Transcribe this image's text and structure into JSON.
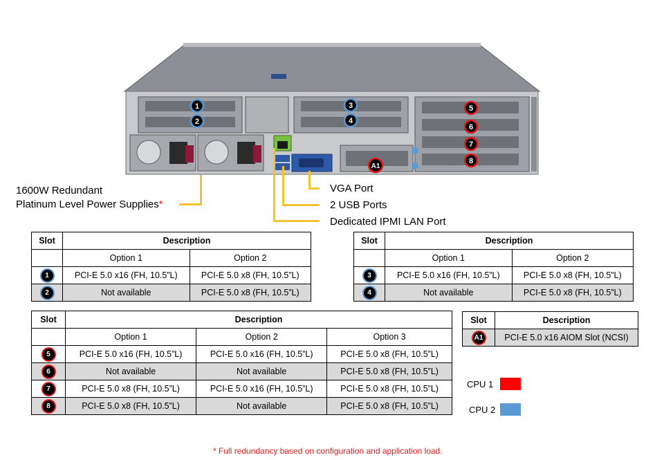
{
  "callouts": {
    "psu_line1": "1600W Redundant",
    "psu_line2": "Platinum Level Power Supplies",
    "psu_star": "*",
    "vga": "VGA Port",
    "usb": "2 USB Ports",
    "ipmi": "Dedicated IPMI  LAN Port"
  },
  "chassis_badges": [
    "1",
    "2",
    "3",
    "4",
    "5",
    "6",
    "7",
    "8",
    "A1"
  ],
  "table1": {
    "col_slot": "Slot",
    "col_desc": "Description",
    "options": [
      "Option 1",
      "Option 2"
    ],
    "rows": [
      {
        "slot": "1",
        "cells": [
          "PCI-E 5.0 x16 (FH, 10.5”L)",
          "PCI-E 5.0 x8 (FH, 10.5”L)"
        ]
      },
      {
        "slot": "2",
        "cells": [
          "Not available",
          "PCI-E 5.0 x8 (FH, 10.5”L)"
        ]
      }
    ]
  },
  "table2": {
    "col_slot": "Slot",
    "col_desc": "Description",
    "options": [
      "Option 1",
      "Option 2"
    ],
    "rows": [
      {
        "slot": "3",
        "cells": [
          "PCI-E 5.0 x16 (FH, 10.5”L)",
          "PCI-E 5.0 x8 (FH, 10.5”L)"
        ]
      },
      {
        "slot": "4",
        "cells": [
          "Not available",
          "PCI-E 5.0 x8 (FH, 10.5”L)"
        ]
      }
    ]
  },
  "table3": {
    "col_slot": "Slot",
    "col_desc": "Description",
    "options": [
      "Option 1",
      "Option 2",
      "Option 3"
    ],
    "rows": [
      {
        "slot": "5",
        "cells": [
          "PCI-E 5.0 x16 (FH, 10.5”L)",
          "PCI-E 5.0 x16 (FH, 10.5”L)",
          "PCI-E 5.0 x8 (FH, 10.5”L)"
        ]
      },
      {
        "slot": "6",
        "cells": [
          "Not available",
          "Not available",
          "PCI-E 5.0 x8 (FH, 10.5”L)"
        ]
      },
      {
        "slot": "7",
        "cells": [
          "PCI-E 5.0 x8 (FH, 10.5”L)",
          "PCI-E 5.0 x16 (FH, 10.5”L)",
          "PCI-E 5.0 x8 (FH, 10.5”L)"
        ]
      },
      {
        "slot": "8",
        "cells": [
          "PCI-E 5.0 x8 (FH, 10.5”L)",
          "Not available",
          "PCI-E 5.0 x8 (FH, 10.5”L)"
        ]
      }
    ]
  },
  "table4": {
    "col_slot": "Slot",
    "col_desc": "Description",
    "rows": [
      {
        "slot": "A1",
        "cells": [
          "PCI-E 5.0 x16 AIOM Slot (NCSI)"
        ]
      }
    ]
  },
  "legend": {
    "cpu1_label": "CPU 1",
    "cpu1_color": "#ff0000",
    "cpu2_label": "CPU 2",
    "cpu2_color": "#5b9bd5"
  },
  "footnote": "*  Full redundancy based on configuration  and application load.",
  "colors": {
    "callout_line": "#f2c230",
    "cpu1_ring": "#e31b1b",
    "cpu2_ring": "#5b9bd5",
    "alt_row": "#d9d9d9"
  }
}
